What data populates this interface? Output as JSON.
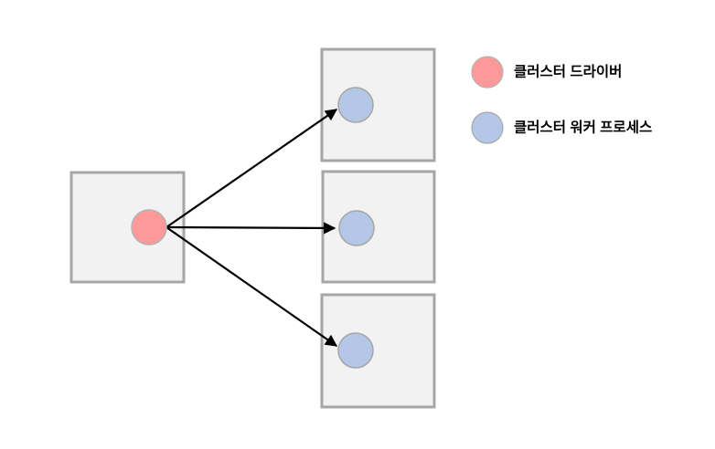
{
  "page": {
    "background": "#ffffff"
  },
  "colors": {
    "driver_fill": "#ff9999",
    "driver_stroke": "#b3b3b3",
    "worker_fill": "#b4c7e7",
    "worker_stroke": "#a6a6a6",
    "box_fill": "#f2f2f2",
    "box_stroke": "#a6a6a6",
    "arrow": "#000000",
    "legend_text": "#000000"
  },
  "legend": {
    "items": [
      {
        "id": "cluster-driver",
        "label": "클러스터 드라이버",
        "swatch_color": "#ff9999"
      },
      {
        "id": "cluster-worker",
        "label": "클러스터 워커 프로세스",
        "swatch_color": "#b4c7e7"
      }
    ]
  },
  "diagram": {
    "type": "cluster-architecture",
    "nodes": [
      {
        "id": "driver",
        "role": "클러스터 드라이버"
      },
      {
        "id": "worker-1",
        "role": "클러스터 워커 프로세스"
      },
      {
        "id": "worker-2",
        "role": "클러스터 워커 프로세스"
      },
      {
        "id": "worker-3",
        "role": "클러스터 워커 프로세스"
      }
    ],
    "edges": [
      {
        "from": "driver",
        "to": "worker-1"
      },
      {
        "from": "driver",
        "to": "worker-2"
      },
      {
        "from": "driver",
        "to": "worker-3"
      }
    ]
  }
}
